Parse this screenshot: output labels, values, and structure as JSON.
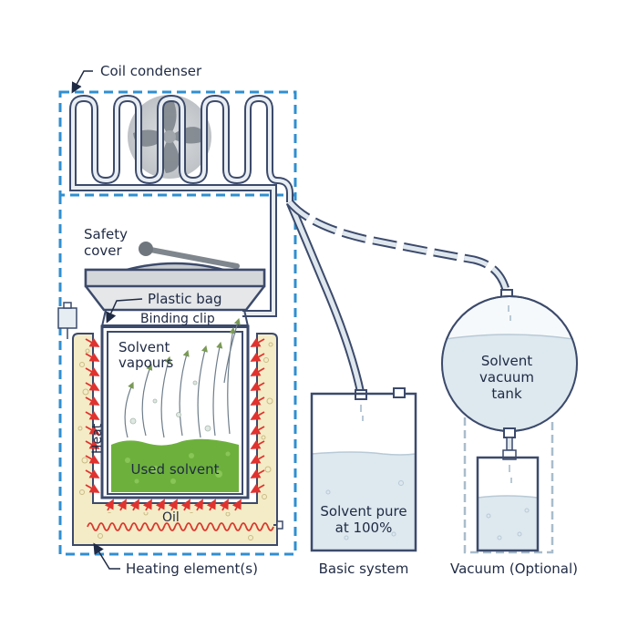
{
  "labels": {
    "coil_condenser": "Coil condenser",
    "safety_cover_line1": "Safety",
    "safety_cover_line2": "cover",
    "plastic_bag": "Plastic bag",
    "binding_clip": "Binding clip",
    "solvent_vapours_line1": "Solvent",
    "solvent_vapours_line2": "vapours",
    "heat": "Heat",
    "used_solvent": "Used solvent",
    "oil": "Oil",
    "heating_elements": "Heating element(s)",
    "solvent_pure_line1": "Solvent pure",
    "solvent_pure_line2": "at 100%",
    "basic_system": "Basic system",
    "vacuum_tank_line1": "Solvent",
    "vacuum_tank_line2": "vacuum",
    "vacuum_tank_line3": "tank",
    "vacuum_optional": "Vacuum (Optional)"
  },
  "colors": {
    "dashed_frame": "#2f8fd1",
    "outline": "#3c4a6b",
    "pipe": "#3c4a6b",
    "insulation": "#f4ecc6",
    "used_solvent": "#6db13c",
    "heat_arrows": "#e0332f",
    "heating_coil": "#d9392f",
    "liquid": "#dde8ef",
    "safety_cover": "#9aa0a6"
  }
}
